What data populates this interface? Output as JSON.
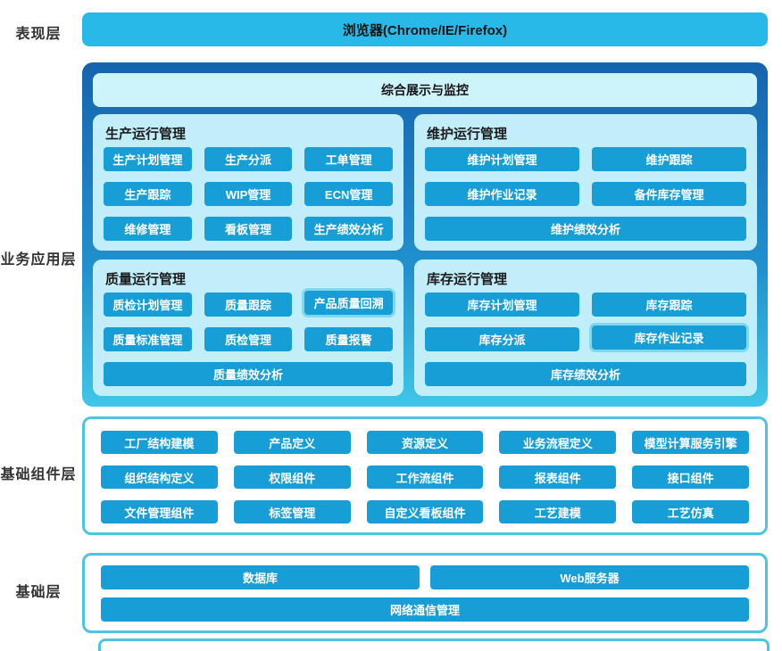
{
  "presentation": {
    "label": "表现层",
    "browser_bar": "浏览器(Chrome/IE/Firefox)"
  },
  "business": {
    "label": "业务应用层",
    "header": "综合展示与监控",
    "panels": [
      {
        "key": "production",
        "title": "生产运行管理",
        "cols": 3,
        "buttons": [
          {
            "label": "生产计划管理"
          },
          {
            "label": "生产分派"
          },
          {
            "label": "工单管理"
          },
          {
            "label": "生产跟踪"
          },
          {
            "label": "WIP管理"
          },
          {
            "label": "ECN管理"
          },
          {
            "label": "维修管理"
          },
          {
            "label": "看板管理"
          },
          {
            "label": "生产绩效分析"
          }
        ]
      },
      {
        "key": "maintenance",
        "title": "维护运行管理",
        "cols": 2,
        "buttons": [
          {
            "label": "维护计划管理"
          },
          {
            "label": "维护跟踪"
          },
          {
            "label": "维护作业记录"
          },
          {
            "label": "备件库存管理"
          },
          {
            "label": "维护绩效分析",
            "span": true
          }
        ]
      },
      {
        "key": "quality",
        "title": "质量运行管理",
        "cols": 3,
        "buttons": [
          {
            "label": "质检计划管理"
          },
          {
            "label": "质量跟踪"
          },
          {
            "label": "产品质量回溯",
            "highlight": true
          },
          {
            "label": "质量标准管理"
          },
          {
            "label": "质检管理"
          },
          {
            "label": "质量报警"
          },
          {
            "label": "质量绩效分析",
            "span": true
          }
        ]
      },
      {
        "key": "inventory",
        "title": "库存运行管理",
        "cols": 2,
        "buttons": [
          {
            "label": "库存计划管理"
          },
          {
            "label": "库存跟踪"
          },
          {
            "label": "库存分派"
          },
          {
            "label": "库存作业记录",
            "highlight": true
          },
          {
            "label": "库存绩效分析",
            "span": true
          }
        ]
      }
    ]
  },
  "components": {
    "label": "基础组件层",
    "buttons": [
      {
        "label": "工厂结构建模"
      },
      {
        "label": "产品定义"
      },
      {
        "label": "资源定义"
      },
      {
        "label": "业务流程定义"
      },
      {
        "label": "模型计算服务引擎"
      },
      {
        "label": "组织结构定义"
      },
      {
        "label": "权限组件"
      },
      {
        "label": "工作流组件"
      },
      {
        "label": "报表组件"
      },
      {
        "label": "接口组件"
      },
      {
        "label": "文件管理组件"
      },
      {
        "label": "标签管理"
      },
      {
        "label": "自定义看板组件"
      },
      {
        "label": "工艺建模"
      },
      {
        "label": "工艺仿真"
      }
    ]
  },
  "base": {
    "label": "基础层",
    "buttons": [
      {
        "label": "数据库"
      },
      {
        "label": "Web服务器"
      },
      {
        "label": "网络通信管理",
        "span": true
      }
    ]
  },
  "colors": {
    "module_box_blue": "#189ed6",
    "browser_bar_blue": "#29b9e8",
    "container_gradient_top": "#1564ad",
    "container_gradient_bottom": "#40c6e8",
    "panel_cyan": "#c2eef9",
    "header_cyan": "#cdf3fb",
    "outline_cyan": "#4cc4e2",
    "highlight_halo": "#7fd9ee"
  }
}
